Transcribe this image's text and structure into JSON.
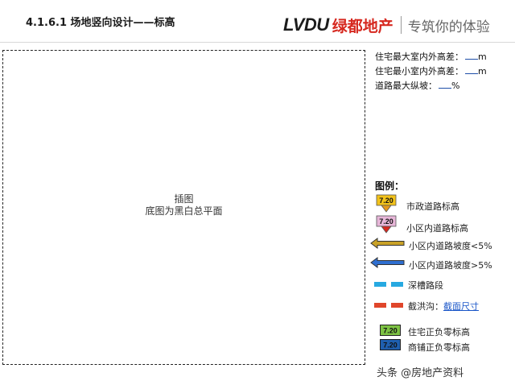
{
  "header": {
    "title": "4.1.6.1 场地竖向设计——标高",
    "brand_latin": "LVDU",
    "brand_chinese": "绿都地产",
    "slogan": "专筑你的体验",
    "brand_color": "#d6281f"
  },
  "canvas": {
    "placeholder_line1": "插图",
    "placeholder_line2": "底图为黑白总平面"
  },
  "specs": [
    {
      "label": "住宅最大室内外高差：",
      "unit": "m"
    },
    {
      "label": "住宅最小室内外高差：",
      "unit": "m"
    },
    {
      "label": "道路最大纵坡：",
      "unit": "%"
    }
  ],
  "legend": {
    "title": "图例：",
    "items": [
      {
        "icon": "yellow-elevation-marker-icon",
        "badge": "7.20",
        "label": "市政道路标高",
        "color": "#f2c21a"
      },
      {
        "icon": "pink-elevation-marker-icon",
        "badge": "7.20",
        "label": "小区内道路标高",
        "color": "#e7b6d8"
      },
      {
        "icon": "gold-slope-arrow-icon",
        "label": "小区内道路坡度<5%",
        "color": "#c9a227"
      },
      {
        "icon": "blue-slope-arrow-icon",
        "label": "小区内道路坡度>5%",
        "color": "#2f6fd0"
      },
      {
        "icon": "cyan-dash-line-icon",
        "label": "深槽路段",
        "color": "#27a9e1"
      },
      {
        "icon": "red-dash-line-icon",
        "label_prefix": "截洪沟：",
        "link": "截面尺寸",
        "color": "#e0462b"
      },
      {
        "icon": "green-zero-badge-icon",
        "badge": "7.20",
        "label": "住宅正负零标高",
        "color": "#7dc243"
      },
      {
        "icon": "blue-zero-badge-icon",
        "badge": "7.20",
        "label": "商铺正负零标高",
        "color": "#1f5fae"
      }
    ]
  },
  "watermark": "头条 @房地产资料"
}
